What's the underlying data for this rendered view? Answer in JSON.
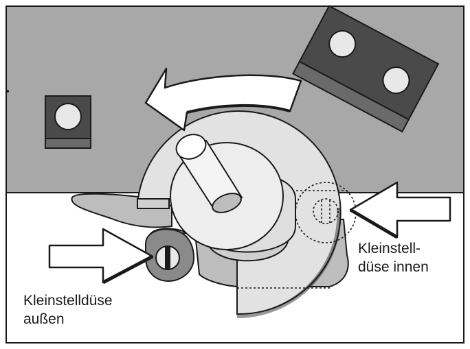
{
  "labels": {
    "inner": {
      "line1": "Kleinstell-",
      "line2": "düse innen"
    },
    "outer": {
      "line1": "Kleinstelldüse",
      "line2": "außen"
    }
  },
  "colors": {
    "plate": "#a8a8a8",
    "dark_block": "#4a4a4a",
    "light_part": "#e2e2e2",
    "mid_part": "#bdbdbd",
    "outline": "#1a1a1a",
    "arrow_fill": "#ffffff"
  },
  "icons": {
    "rotation_arrow": "curved-arrow-left",
    "pointer_arrows": "block-arrow"
  }
}
